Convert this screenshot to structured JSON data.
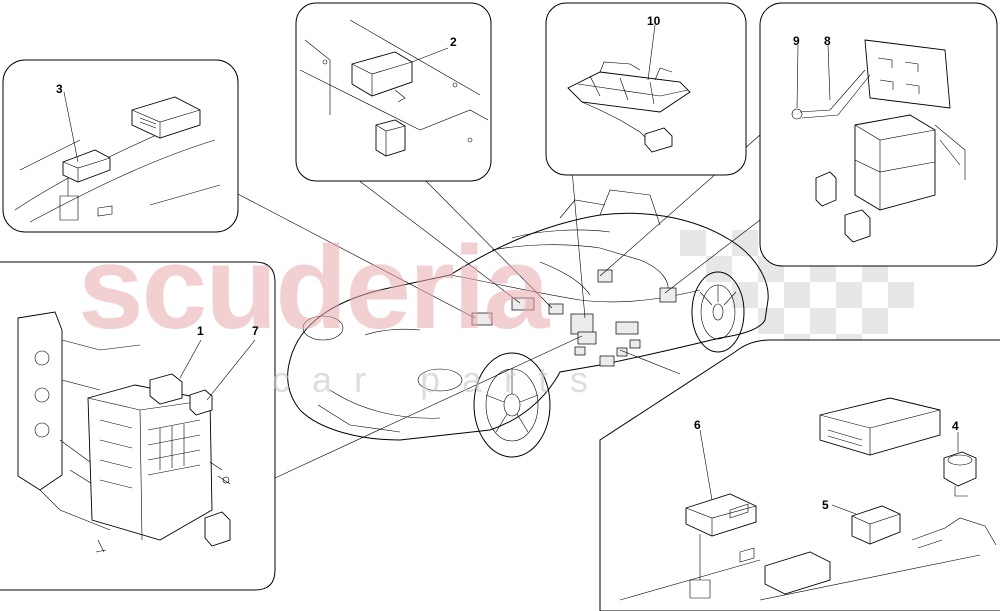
{
  "watermark": {
    "brand": "scuderia",
    "sub": "car parts"
  },
  "callouts": {
    "c1": "1",
    "c2": "2",
    "c3": "3",
    "c4": "4",
    "c5": "5",
    "c6": "6",
    "c7": "7",
    "c8": "8",
    "c9": "9",
    "c10": "10"
  },
  "colors": {
    "watermark_red": "#e9a8ad",
    "watermark_checker": "#d4d4d4",
    "line": "#000000",
    "background": "#ffffff"
  }
}
